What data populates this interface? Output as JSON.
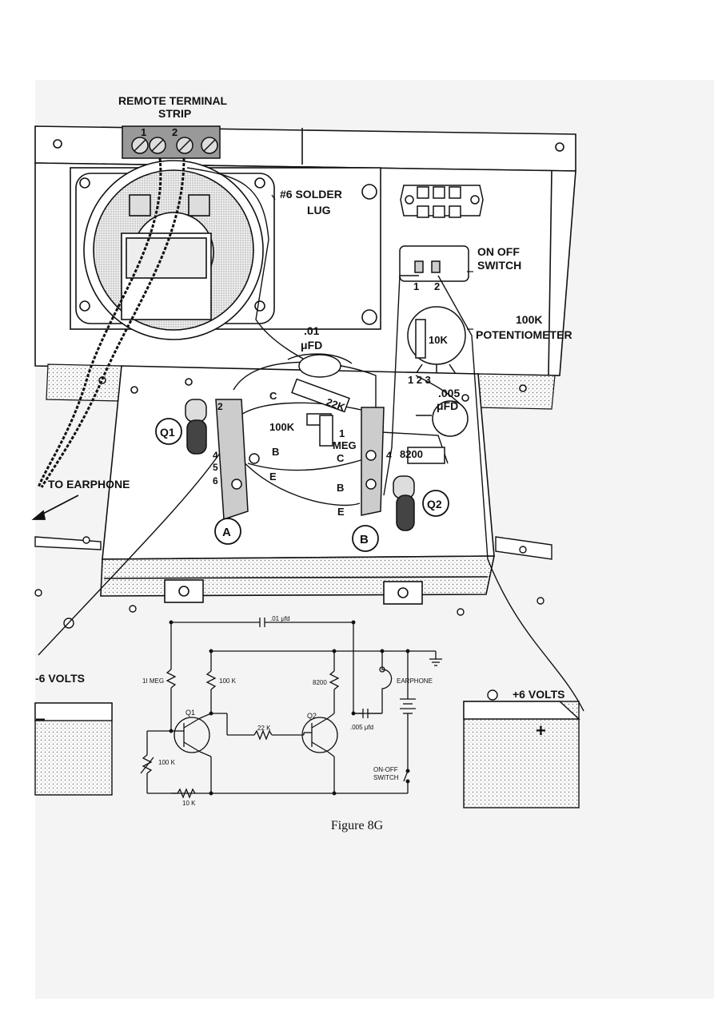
{
  "labels": {
    "remote_strip_1": "REMOTE TERMINAL",
    "remote_strip_2": "STRIP",
    "term_1": "1",
    "term_2": "2",
    "solder_lug_1": "#6 SOLDER",
    "solder_lug_2": "LUG",
    "on_off_1": "ON OFF",
    "on_off_2": "SWITCH",
    "sw_pin_1": "1",
    "sw_pin_2": "2",
    "pot_1": "100K",
    "pot_2": "POTENTIOMETER",
    "pot_body": "10K",
    "pot_pins": "1  2 3",
    "cap01_1": ".01",
    "cap01_2": "μFD",
    "cap005_1": ".005",
    "cap005_2": "μFD",
    "r22k": "22K",
    "r100k": "100K",
    "r1meg_1": "1",
    "r1meg_2": "MEG",
    "r8200": "8200",
    "q1": "Q1",
    "q2": "Q2",
    "socket_a": "A",
    "socket_b": "B",
    "c_a": "C",
    "b_a": "B",
    "e_a": "E",
    "c_b": "C",
    "b_b": "B",
    "e_b": "E",
    "pin2_a": "2",
    "pin4_a": "4",
    "pin5_a": "5",
    "pin6_a": "6",
    "pin4_b": "4",
    "to_earphone": "TO EARPHONE",
    "minus_6v": "-6 VOLTS",
    "plus_6v": "+6 VOLTS",
    "minus_sign": "−",
    "plus_sign": "+"
  },
  "schematic": {
    "c01": ".01 μfd",
    "r1meg": "1I MEG",
    "r100k": "100 K",
    "r8200": "8200",
    "earphone": "EARPHONE",
    "q1": "Q1",
    "q2": "Q2",
    "r22k": "22 K",
    "c005": ".005 μfd",
    "pot100k": "100 K",
    "r10k": "10 K",
    "switch_1": "ON-OFF",
    "switch_2": "SWITCH"
  },
  "caption": "Figure 8G"
}
